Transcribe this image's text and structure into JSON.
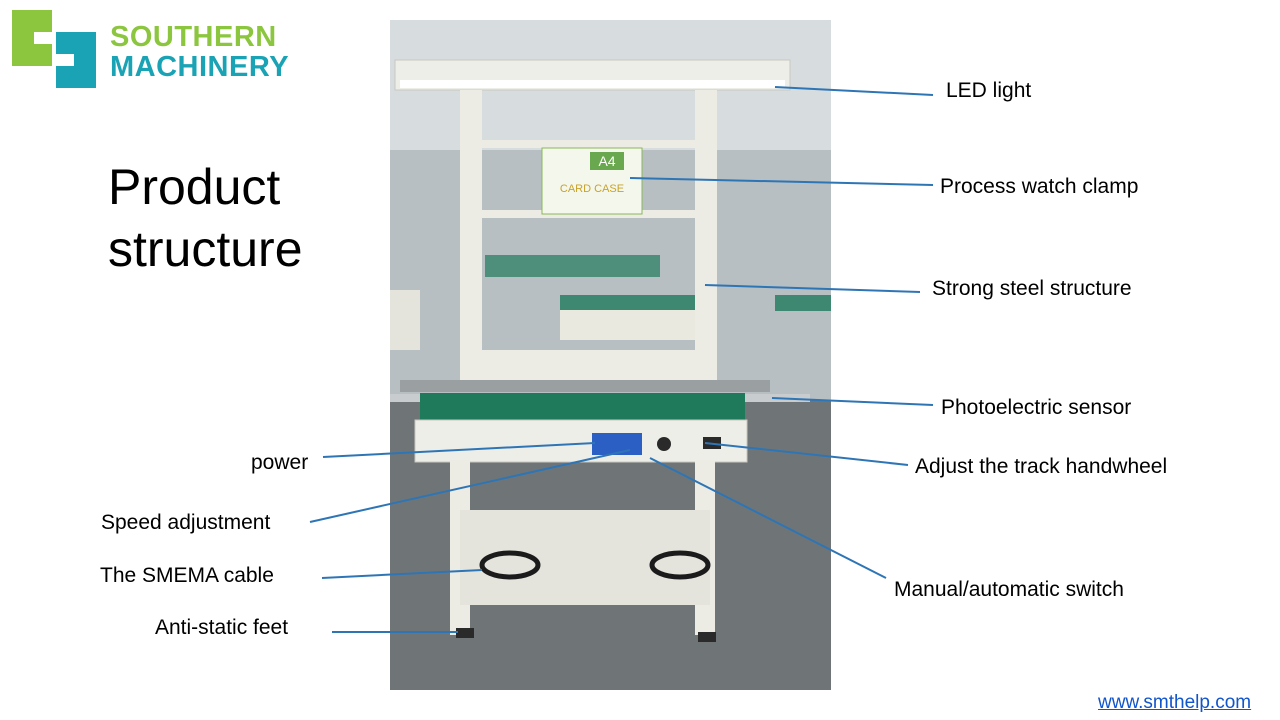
{
  "logo": {
    "line1": "SOUTHERN",
    "line2": "MACHINERY",
    "colors": {
      "green": "#8cc63f",
      "teal": "#1aa3b5"
    }
  },
  "title": {
    "line1": "Product",
    "line2": "structure"
  },
  "labels": {
    "led_light": "LED light",
    "process_watch_clamp": "Process watch clamp",
    "strong_steel_structure": "Strong steel structure",
    "photoelectric_sensor": "Photoelectric sensor",
    "adjust_track_handwheel": "Adjust the track handwheel",
    "manual_automatic_switch": "Manual/automatic switch",
    "power": "power",
    "speed_adjustment": "Speed adjustment",
    "smema_cable": "The SMEMA cable",
    "anti_static_feet": "Anti-static feet"
  },
  "photo": {
    "card_title": "A4",
    "card_subtitle": "CARD CASE"
  },
  "footer": {
    "url": "www.smthelp.com"
  },
  "colors": {
    "leader": "#2e75b6",
    "belt": "#1f7a5c",
    "frame": "#ecebe4"
  }
}
